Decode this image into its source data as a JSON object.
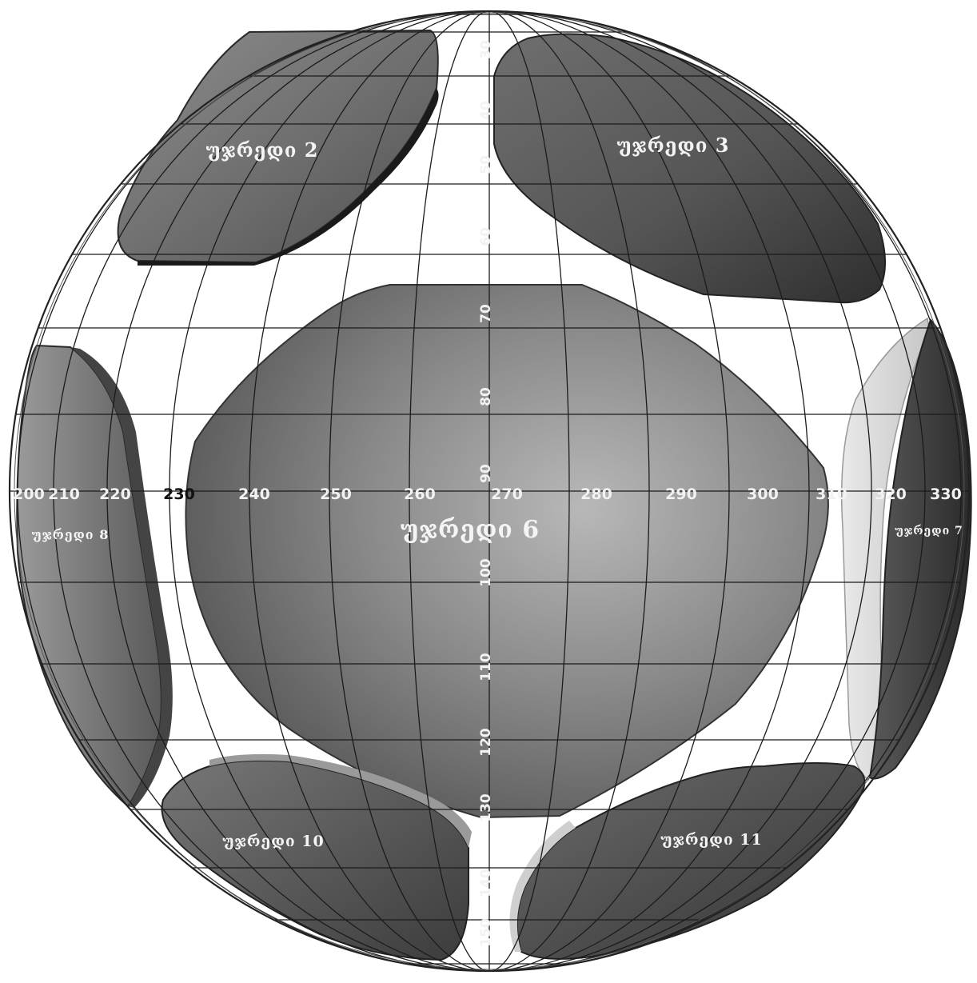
{
  "diagram": {
    "windows": [
      {
        "id": "window-2",
        "label": "უჯრედი 2"
      },
      {
        "id": "window-3",
        "label": "უჯრედი 3"
      },
      {
        "id": "window-6",
        "label": "უჯრედი 6"
      },
      {
        "id": "window-7",
        "label": "უჯრედი 7"
      },
      {
        "id": "window-8",
        "label": "უჯრედი 8"
      },
      {
        "id": "window-10",
        "label": "უჯრედი 10"
      },
      {
        "id": "window-11",
        "label": "უჯრედი 11"
      }
    ],
    "azimuth_labels": [
      "200",
      "210",
      "220",
      "230",
      "240",
      "250",
      "260",
      "270",
      "280",
      "290",
      "300",
      "310",
      "320",
      "330"
    ],
    "elevation_labels": [
      "30",
      "40",
      "50",
      "60",
      "70",
      "80",
      "90",
      "100",
      "110",
      "120",
      "130",
      "140",
      "150"
    ]
  }
}
